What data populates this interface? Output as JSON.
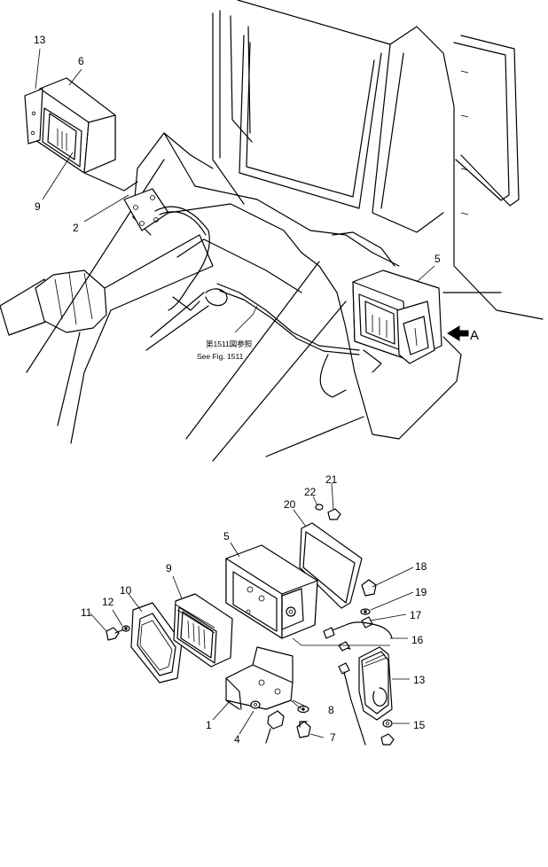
{
  "labels": {
    "l13_top": "13",
    "l6": "6",
    "l9_top": "9",
    "l2": "2",
    "l5_top": "5",
    "lA": "A",
    "fig_ref_jp": "第1511図参照",
    "fig_ref_en": "See Fig. 1511",
    "l21": "21",
    "l22": "22",
    "l20": "20",
    "l5_bottom": "5",
    "l9_bottom": "9",
    "l18": "18",
    "l19": "19",
    "l17": "17",
    "l16": "16",
    "l10": "10",
    "l12": "12",
    "l11": "11",
    "l13_bottom": "13",
    "l8": "8",
    "l1": "1",
    "l4": "4",
    "l7": "7",
    "l15": "15"
  }
}
